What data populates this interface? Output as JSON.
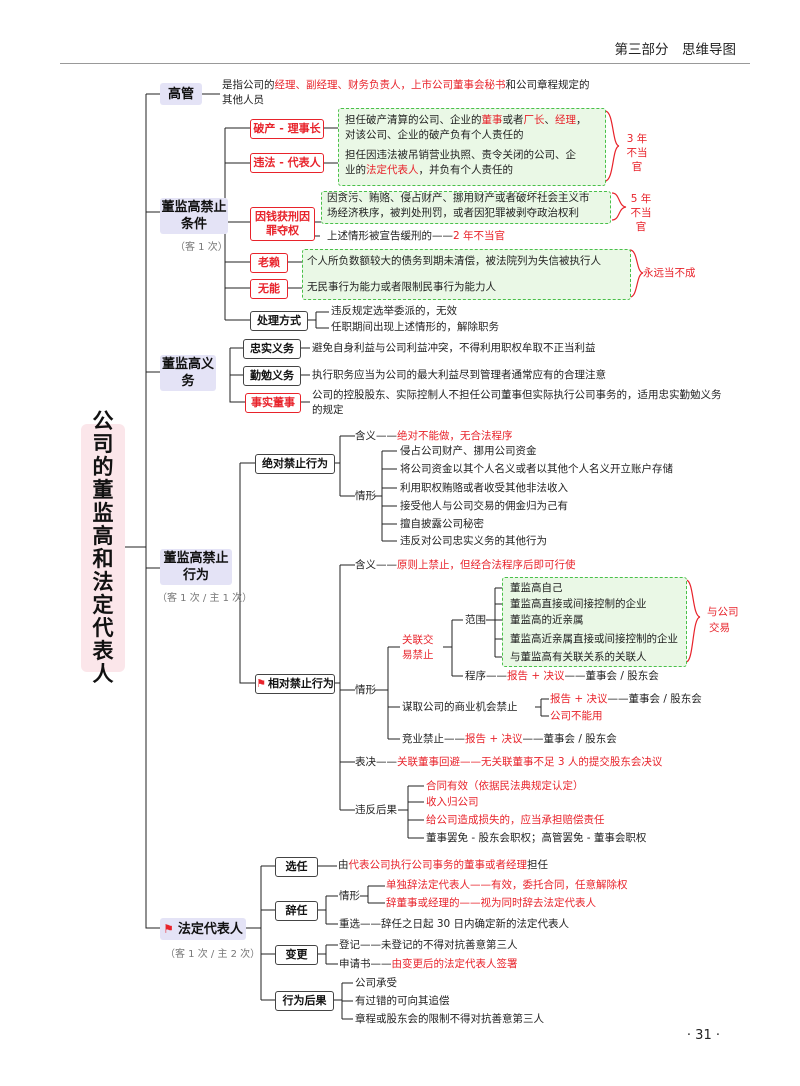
{
  "header": {
    "title": "第三部分　思维导图"
  },
  "root": {
    "title": "公司的董监高和法定代表人"
  },
  "page_number": "· 31 ·",
  "gaoguan": {
    "label": "高管",
    "def_a": "是指公司的",
    "def_b": "经理、副经理、财务负责人，上市公司董事会秘书",
    "def_c": "和公司章程规定的",
    "def_d": "其他人员"
  },
  "jinzhi": {
    "label": "董监高禁止条件",
    "note": "（客 1 次）",
    "pochan": {
      "label": "破产 - 理事长",
      "desc1_a": "担任破产清算的公司、企业的",
      "desc1_b": "董事",
      "desc1_c": "或者",
      "desc1_d": "厂长",
      "desc1_e": "、",
      "desc1_f": "经理",
      "desc1_g": "，",
      "desc2": "对该公司、企业的破产负有个人责任的"
    },
    "weifa": {
      "label": "违法 - 代表人",
      "desc1": "担任因违法被吊销营业执照、责令关闭的公司、企",
      "desc2_a": "业的",
      "desc2_b": "法定代表人",
      "desc2_c": "，并负有个人责任的"
    },
    "note3": "3 年不当官",
    "yinqian": {
      "label": "因钱获刑因罪夺权",
      "desc1": "因贪污、贿赂、侵占财产、挪用财产或者破坏社会主义市",
      "desc2": "场经济秩序，被判处刑罚，或者因犯罪被剥夺政治权利",
      "desc3_a": "上述情形被宣告缓刑的——",
      "desc3_b": "2 年不当官"
    },
    "note5": "5 年不当官",
    "laolai": {
      "label": "老赖",
      "desc": "个人所负数额较大的债务到期未清偿，被法院列为失信被执行人"
    },
    "wuneng": {
      "label": "无能",
      "desc": "无民事行为能力或者限制民事行为能力人"
    },
    "note_forever": "永远当不成",
    "chuli": {
      "label": "处理方式",
      "item1": "违反规定选举委派的，无效",
      "item2": "任职期间出现上述情形的，解除职务"
    }
  },
  "yiwu": {
    "label": "董监高义务",
    "zhongshi": {
      "label": "忠实义务",
      "desc": "避免自身利益与公司利益冲突，不得利用职权牟取不正当利益"
    },
    "qinmian": {
      "label": "勤勉义务",
      "desc": "执行职务应当为公司的最大利益尽到管理者通常应有的合理注意"
    },
    "shishi": {
      "label": "事实董事",
      "desc1": "公司的控股股东、实际控制人不担任公司董事但实际执行公司事务的，适用忠实勤勉义务",
      "desc2": "的规定"
    }
  },
  "jinzhi_xingwei": {
    "label": "董监高禁止行为",
    "note": "（客 1 次 / 主 1 次）",
    "juedui": {
      "label": "绝对禁止行为",
      "hanyi_label": "含义——",
      "hanyi": "绝对不能做，无合法程序",
      "qingxing_label": "情形",
      "items": [
        "侵占公司财产、挪用公司资金",
        "将公司资金以其个人名义或者以其他个人名义开立账户存储",
        "利用职权贿赂或者收受其他非法收入",
        "接受他人与公司交易的佣金归为己有",
        "擅自披露公司秘密",
        "违反对公司忠实义务的其他行为"
      ]
    },
    "xiangdui": {
      "flag": "⚑",
      "label": "相对禁止行为",
      "hanyi_label": "含义——",
      "hanyi": "原则上禁止，但经合法程序后即可行使",
      "qingxing_label": "情形",
      "guanlian": {
        "label1": "关联交",
        "label2": "易禁止",
        "fanwei_label": "范围",
        "items": [
          "董监高自己",
          "董监高直接或间接控制的企业",
          "董监高的近亲属",
          "董监高近亲属直接或间接控制的企业",
          "与董监高有关联关系的关联人"
        ],
        "side1": "与公司",
        "side2": "交易",
        "chengxu_label": "程序——",
        "chengxu_red": "报告 + 决议",
        "chengxu_rest": "——董事会 / 股东会"
      },
      "mouqu": {
        "label": "谋取公司的商业机会禁止",
        "item1_red": "报告 + 决议",
        "item1_rest": "——董事会 / 股东会",
        "item2": "公司不能用"
      },
      "jingye": {
        "label": "竞业禁止——",
        "red": "报告 + 决议",
        "rest": "——董事会 / 股东会"
      },
      "biaojue": {
        "label": "表决——",
        "red": "关联董事回避——无关联董事不足 3 人的提交股东会决议"
      },
      "houguo": {
        "label": "违反后果",
        "item1": "合同有效（依据民法典规定认定）",
        "item2": "收入归公司",
        "item3": "给公司造成损失的，应当承担赔偿责任",
        "item4": "董事罢免 - 股东会职权；高管罢免 - 董事会职权"
      }
    }
  },
  "fading": {
    "flag": "⚑",
    "label": "法定代表人",
    "note": "（客 1 次 / 主 2 次）",
    "xuanren": {
      "label": "选任",
      "a": "由",
      "b": "代表公司执行公司事务的董事或者经理",
      "c": "担任"
    },
    "ciren": {
      "label": "辞任",
      "qingxing": "情形",
      "item1": "单独辞法定代表人——有效，委托合同，任意解除权",
      "item2": "辞董事或经理的——视为同时辞去法定代表人",
      "chongxuan": "重选——辞任之日起 30 日内确定新的法定代表人"
    },
    "biangeng": {
      "label": "变更",
      "dengji": "登记——未登记的不得对抗善意第三人",
      "shenqing_a": "申请书——",
      "shenqing_b": "由变更后的法定代表人签署"
    },
    "houguo": {
      "label": "行为后果",
      "item1": "公司承受",
      "item2": "有过错的可向其追偿",
      "item3": "章程或股东会的限制不得对抗善意第三人"
    }
  }
}
